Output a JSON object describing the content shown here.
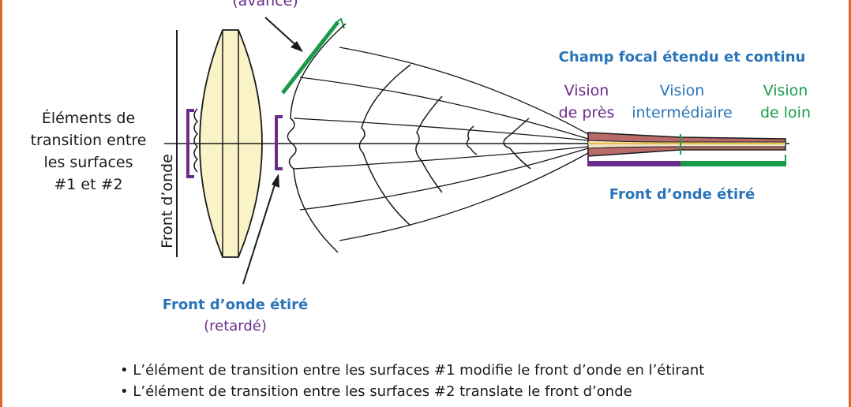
{
  "labels": {
    "top_fragment": "(avancé)",
    "transition_lines": [
      "Éléments de",
      "transition entre",
      "les surfaces",
      "#1 et #2"
    ],
    "wavefront_axis": "Front d’onde",
    "focal_title": "Champ focal étendu et continu",
    "near_1": "Vision",
    "near_2": "de près",
    "mid_1": "Vision",
    "mid_2": "intermédiaire",
    "far_1": "Vision",
    "far_2": "de loin",
    "stretched_right": "Front d’onde étiré",
    "stretched_bottom": "Front d’onde étiré",
    "delayed": "(retardé)"
  },
  "notes": [
    "• L’élément de transition entre les surfaces #1 modifie le front d’onde en l’étirant",
    "• L’élément de transition entre les surfaces #2 translate le front d’onde"
  ],
  "colors": {
    "border": "#e0692a",
    "blue_label": "#2a74b8",
    "purple": "#6a2c8a",
    "green": "#1a9a4a",
    "lens_fill": "#faf3c8",
    "beam_fill": "#b86a68"
  }
}
